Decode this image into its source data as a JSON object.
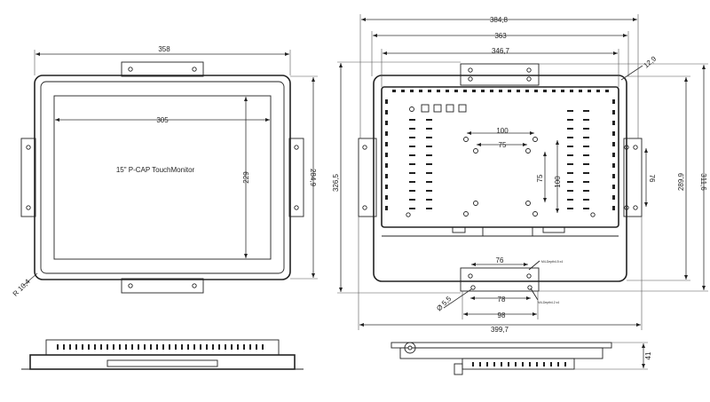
{
  "front_view": {
    "panel_label": "15\" P-CAP TouchMonitor",
    "dims": {
      "overall_width": "358",
      "active_width": "305",
      "active_height": "229",
      "overall_height": "284,9",
      "corner_radius": "R 10,4"
    }
  },
  "rear_view": {
    "dims": {
      "width_outer": "384,8",
      "width_mid": "363",
      "width_inner": "346,7",
      "corner": "12,9",
      "vesa_100_h": "100",
      "vesa_75_h": "75",
      "vesa_75_v": "75",
      "vesa_100_v": "100",
      "side_76": "76",
      "height_289": "289,9",
      "height_311": "311,6",
      "height_326": "326,5",
      "bottom_76": "76",
      "bottom_78": "78",
      "bottom_98": "98",
      "hole_dia": "Ø 5,5",
      "base_width": "399,7",
      "note_top": "M4-Depth4.5 x4",
      "note_bottom": "M4-Depth4.2 x4"
    }
  },
  "side_view": {
    "dims": {
      "depth": "41"
    }
  }
}
